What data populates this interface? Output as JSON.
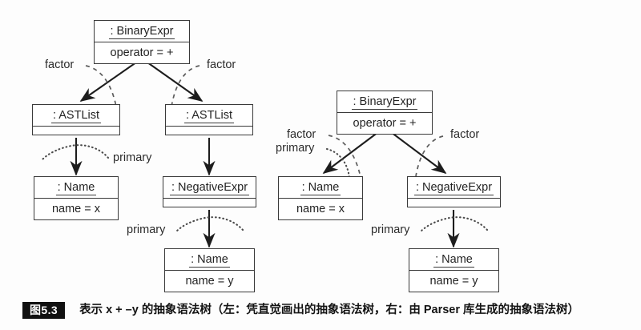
{
  "figure": {
    "caption_badge": "图5.3",
    "caption_text": "表示 x + –y 的抽象语法树（左：凭直觉画出的抽象语法树，右：由 Parser 库生成的抽象语法树）",
    "background_color": "#fdfdfd",
    "line_color": "#3a3a3a",
    "text_color": "#232323"
  },
  "left_tree": {
    "name": "intuitive-ast",
    "nodes": [
      {
        "id": "l-root",
        "title": ": BinaryExpr",
        "attr": "operator = +",
        "has_empty_compartment": false
      },
      {
        "id": "l-list-1",
        "title": ": ASTList",
        "attr": "",
        "has_empty_compartment": true
      },
      {
        "id": "l-list-2",
        "title": ": ASTList",
        "attr": "",
        "has_empty_compartment": true
      },
      {
        "id": "l-name-x",
        "title": ": Name",
        "attr": "name = x",
        "has_empty_compartment": false
      },
      {
        "id": "l-neg",
        "title": ": NegativeExpr",
        "attr": "",
        "has_empty_compartment": true
      },
      {
        "id": "l-name-y",
        "title": ": Name",
        "attr": "name = y",
        "has_empty_compartment": false
      }
    ],
    "edge_labels": [
      {
        "id": "l-factor-left",
        "text": "factor",
        "style": "dashed"
      },
      {
        "id": "l-factor-right",
        "text": "factor",
        "style": "dashed"
      },
      {
        "id": "l-primary-left",
        "text": "primary",
        "style": "dotted"
      },
      {
        "id": "l-primary-right",
        "text": "primary",
        "style": "dotted"
      }
    ]
  },
  "right_tree": {
    "name": "parser-generated-ast",
    "nodes": [
      {
        "id": "r-root",
        "title": ": BinaryExpr",
        "attr": "operator = +",
        "has_empty_compartment": false
      },
      {
        "id": "r-name-x",
        "title": ": Name",
        "attr": "name = x",
        "has_empty_compartment": false
      },
      {
        "id": "r-neg",
        "title": ": NegativeExpr",
        "attr": "",
        "has_empty_compartment": true
      },
      {
        "id": "r-name-y",
        "title": ": Name",
        "attr": "name = y",
        "has_empty_compartment": false
      }
    ],
    "edge_labels": [
      {
        "id": "r-factor-left",
        "text": "factor",
        "style": "dashed"
      },
      {
        "id": "r-primary-left",
        "text": "primary",
        "style": "dotted"
      },
      {
        "id": "r-factor-right",
        "text": "factor",
        "style": "dashed"
      },
      {
        "id": "r-primary-bot",
        "text": "primary",
        "style": "dotted"
      }
    ]
  }
}
